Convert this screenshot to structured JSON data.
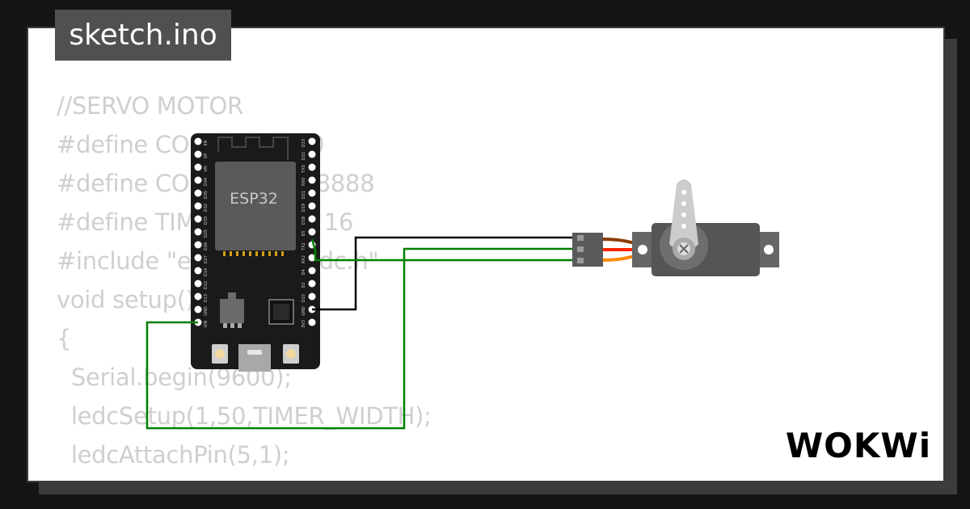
{
  "tab": {
    "filename": "sketch.ino"
  },
  "code_lines": [
    "//SERVO MOTOR",
    "#define COUNT_LOW 0",
    "#define COUNT_HIGH 8888",
    "#define TIMER_WIDTH 16",
    "#include \"esp32-hal-ledc.h\"",
    "void setup() {",
    "{",
    "  Serial.begin(9600);",
    "  ledcSetup(1,50,TIMER_WIDTH);",
    "  ledcAttachPin(5,1);",
    "}"
  ],
  "board": {
    "chip_label": "ESP32",
    "left_pins": [
      "EN",
      "VP",
      "VN",
      "D34",
      "D35",
      "D32",
      "D33",
      "D25",
      "D26",
      "D27",
      "D14",
      "D12",
      "D13",
      "GND",
      "VIN"
    ],
    "right_pins": [
      "D23",
      "D22",
      "TX0",
      "RX0",
      "D21",
      "D19",
      "D18",
      "D5",
      "TX2",
      "RX2",
      "D4",
      "D2",
      "D15",
      "GND",
      "3V3"
    ]
  },
  "brand": {
    "logo_text": "WOKWi"
  },
  "colors": {
    "background": "#151515",
    "frame_border": "#3c3c3c",
    "code_text": "#cfcfcf",
    "board": "#1a1a1a",
    "wire_black": "#000000",
    "wire_green": "#008000",
    "servo_body": "#555555",
    "servo_wire_brown": "#8b3b00",
    "servo_wire_red": "#ff2200",
    "servo_wire_orange": "#ff8800"
  }
}
